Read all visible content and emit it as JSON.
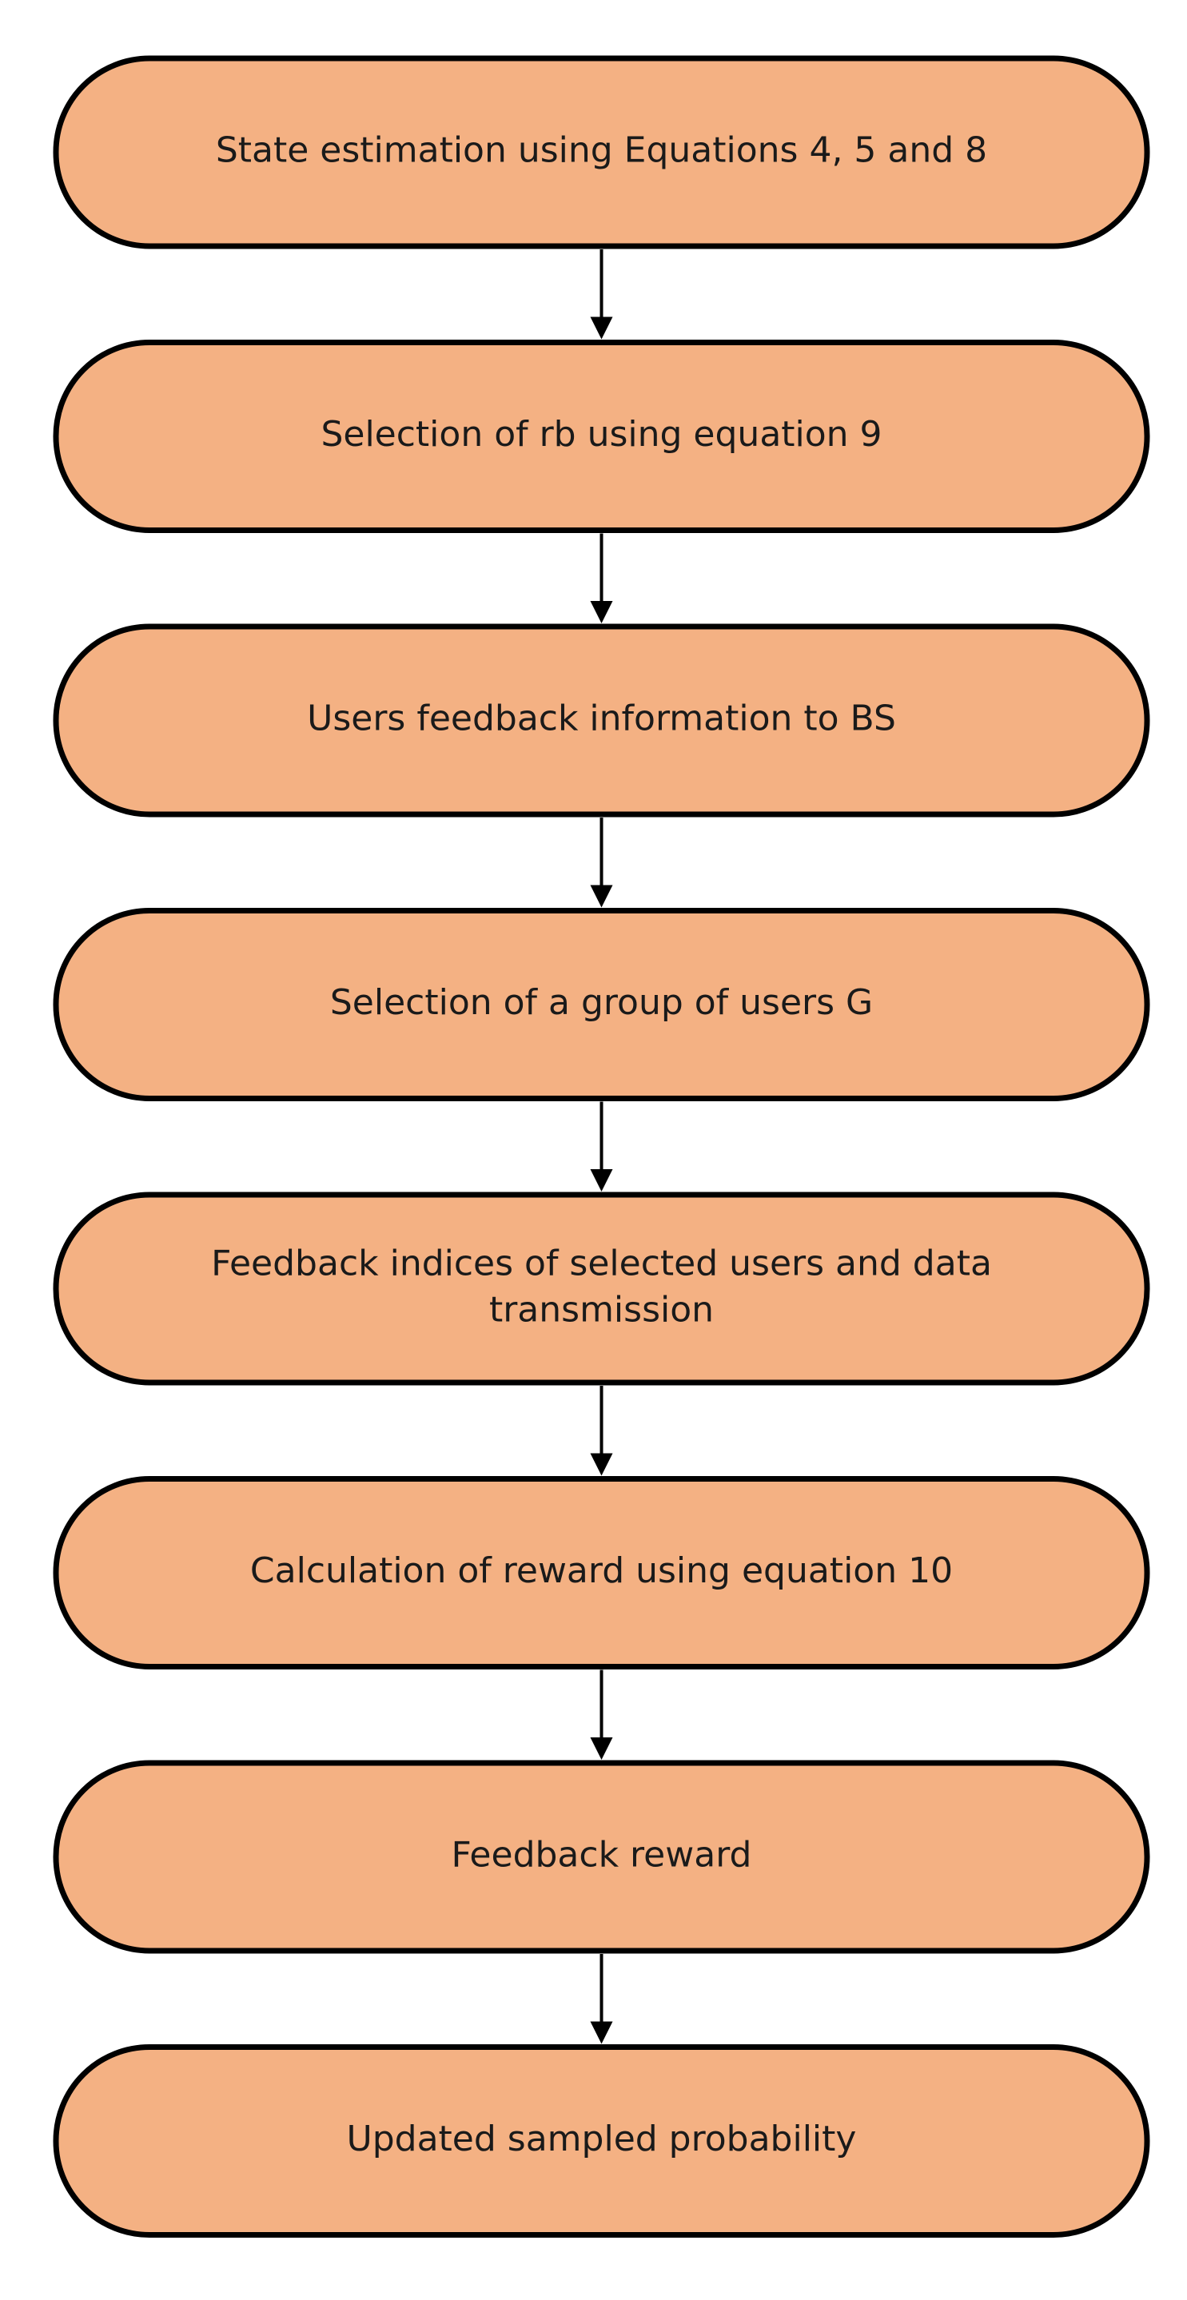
{
  "diagram": {
    "type": "flowchart",
    "direction": "top-to-bottom",
    "colors": {
      "box_fill": "#f4b183",
      "box_stroke": "#000000",
      "text": "#1a1a1a",
      "arrow": "#000000"
    },
    "steps": [
      {
        "lines": [
          "State estimation using Equations 4, 5 and 8"
        ]
      },
      {
        "lines": [
          "Selection of rb using equation 9"
        ]
      },
      {
        "lines": [
          "Users feedback information to BS"
        ]
      },
      {
        "lines": [
          "Selection of a group of users G"
        ]
      },
      {
        "lines": [
          "Feedback indices of selected users and data",
          "transmission"
        ]
      },
      {
        "lines": [
          "Calculation of reward using equation 10"
        ]
      },
      {
        "lines": [
          "Feedback reward"
        ]
      },
      {
        "lines": [
          "Updated sampled probability"
        ]
      }
    ]
  }
}
